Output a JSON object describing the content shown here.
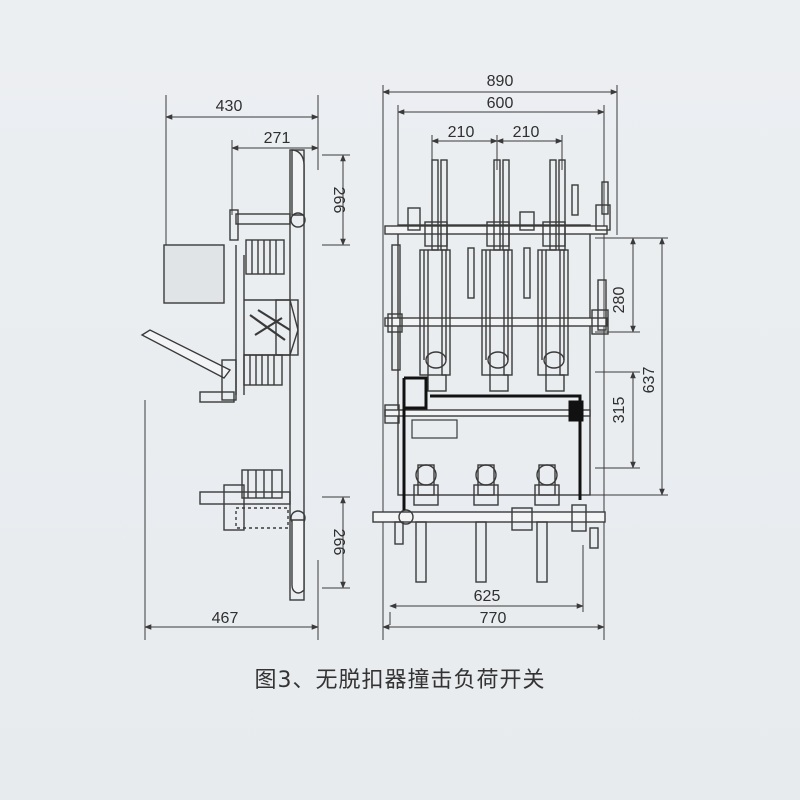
{
  "caption": "图3、无脱扣器撞击负荷开关",
  "colors": {
    "background": "#e9ecef",
    "line": "#3a3a3a",
    "heavy": "#111111",
    "caption": "#333333"
  },
  "side_view": {
    "dims": {
      "top_width": "430",
      "inner_width": "271",
      "upper_height": "266",
      "lower_height": "266",
      "bottom_width": "467"
    }
  },
  "front_view": {
    "dims": {
      "overall_width": "890",
      "frame_width": "600",
      "pitch_left": "210",
      "pitch_right": "210",
      "height_upper": "280",
      "height_total": "637",
      "height_mid": "315",
      "bottom_inner": "625",
      "bottom_outer": "770"
    }
  }
}
